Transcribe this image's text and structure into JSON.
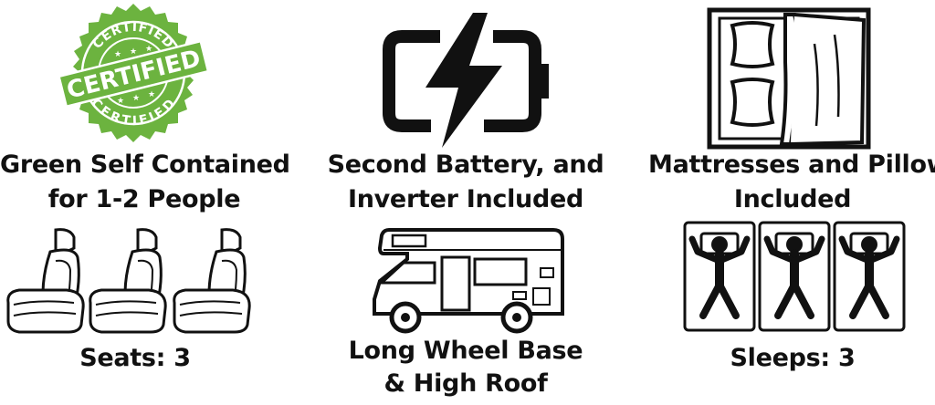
{
  "colors": {
    "badge_green": "#6cb33f",
    "ink": "#111111",
    "background": "#ffffff"
  },
  "features": {
    "certified": {
      "icon": "certified-badge-icon",
      "badge_arc_top": "CERTIFIED",
      "badge_banner": "CERTIFIED",
      "badge_arc_bottom": "CERTIFIED",
      "line1": "Green Self Contained",
      "line2": "for 1-2 People"
    },
    "battery": {
      "icon": "battery-bolt-icon",
      "line1": "Second Battery, and",
      "line2": "Inverter Included"
    },
    "mattress": {
      "icon": "bed-pillows-icon",
      "line1": "Mattresses and Pillows",
      "line2": "Included"
    },
    "seats": {
      "icon": "car-seat-icon",
      "line1": "Seats: 3"
    },
    "motorhome": {
      "icon": "motorhome-icon",
      "line1": "Long Wheel Base",
      "line2": "& High Roof"
    },
    "sleeps": {
      "icon": "sleeping-person-icon",
      "line1": "Sleeps: 3"
    }
  }
}
